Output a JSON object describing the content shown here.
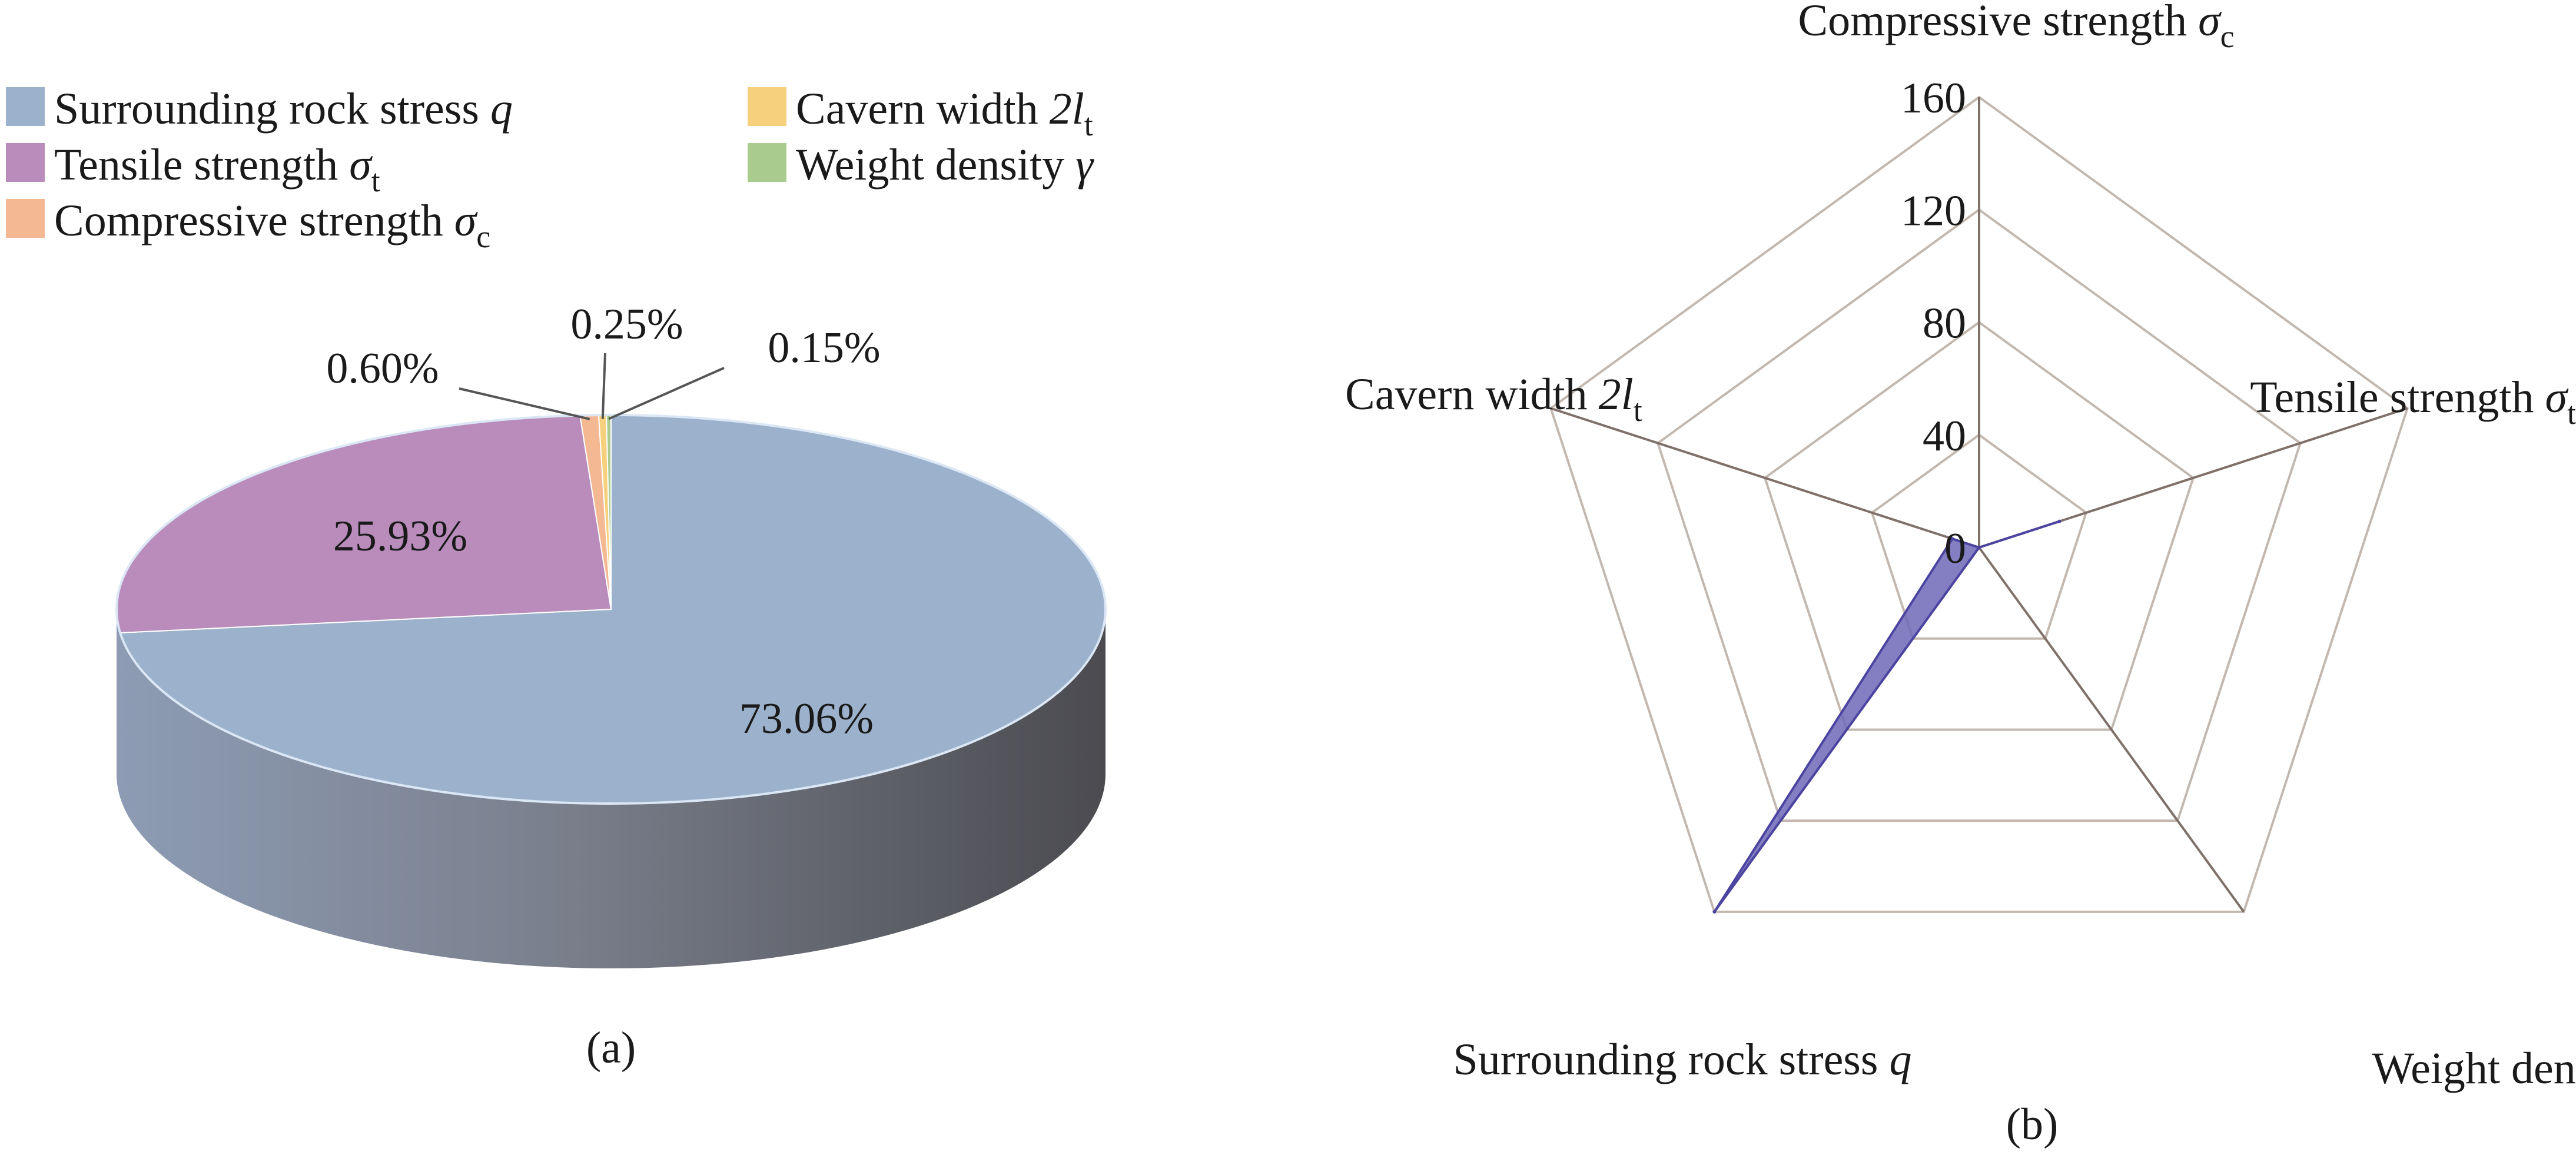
{
  "figure": {
    "captions": [
      "(a)",
      "(b)"
    ]
  },
  "chart_data": [
    {
      "type": "pie",
      "panel": "(a)",
      "style": "3d",
      "legend_position": "top",
      "slices": [
        {
          "label": "Surrounding rock stress",
          "symbol": "q",
          "subscript": "",
          "value": 73.06,
          "value_label": "73.06%",
          "color": "#9cb2cc"
        },
        {
          "label": "Tensile strength",
          "symbol": "σ",
          "subscript": "t",
          "value": 25.93,
          "value_label": "25.93%",
          "color": "#b98cbc"
        },
        {
          "label": "Compressive strength",
          "symbol": "σ",
          "subscript": "c",
          "value": 0.6,
          "value_label": "0.60%",
          "color": "#f4b893"
        },
        {
          "label": "Cavern width",
          "symbol": "2l",
          "subscript": "t",
          "value": 0.25,
          "value_label": "0.25%",
          "color": "#f7d07e"
        },
        {
          "label": "Weight density",
          "symbol": "γ",
          "subscript": "",
          "value": 0.15,
          "value_label": "0.15%",
          "color": "#a9cb8e"
        }
      ]
    },
    {
      "type": "radar",
      "panel": "(b)",
      "rlim": [
        0,
        160
      ],
      "ticks": [
        0,
        40,
        80,
        120,
        160
      ],
      "tick_labels": [
        "0",
        "40",
        "80",
        "120",
        "160"
      ],
      "grid_color": "#c3b8b0",
      "spoke_color": "#7f7069",
      "fill_color": "#6f67b8",
      "axes": [
        {
          "label": "Compressive strength",
          "symbol": "σ",
          "subscript": "c",
          "value": 0
        },
        {
          "label": "Tensile strength",
          "symbol": "σ",
          "subscript": "t",
          "value": 30
        },
        {
          "label": "Weight density",
          "symbol": "γ",
          "subscript": "",
          "value": 0
        },
        {
          "label": "Surrounding rock stress",
          "symbol": "q",
          "subscript": "",
          "value": 160
        },
        {
          "label": "Cavern width",
          "symbol": "2l",
          "subscript": "t",
          "value": 10
        }
      ]
    }
  ]
}
